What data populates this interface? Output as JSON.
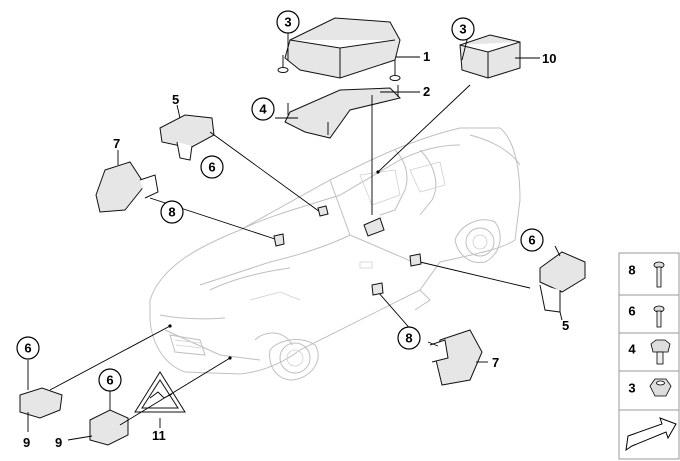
{
  "callouts": {
    "c1": "1",
    "c2": "2",
    "c3a": "3",
    "c3b": "3",
    "c4": "4",
    "c5a": "5",
    "c5b": "5",
    "c6a": "6",
    "c6b": "6",
    "c6c": "6",
    "c6d": "6",
    "c7a": "7",
    "c7b": "7",
    "c8a": "8",
    "c8b": "8",
    "c9a": "9",
    "c9b": "9",
    "c10": "10",
    "c11": "11"
  },
  "legend": {
    "items": [
      {
        "label": "8",
        "icon": "long-screw-icon"
      },
      {
        "label": "6",
        "icon": "short-screw-icon"
      },
      {
        "label": "4",
        "icon": "hex-bolt-icon"
      },
      {
        "label": "3",
        "icon": "hex-nut-icon"
      }
    ],
    "footer_icon": "arrow-icon"
  }
}
